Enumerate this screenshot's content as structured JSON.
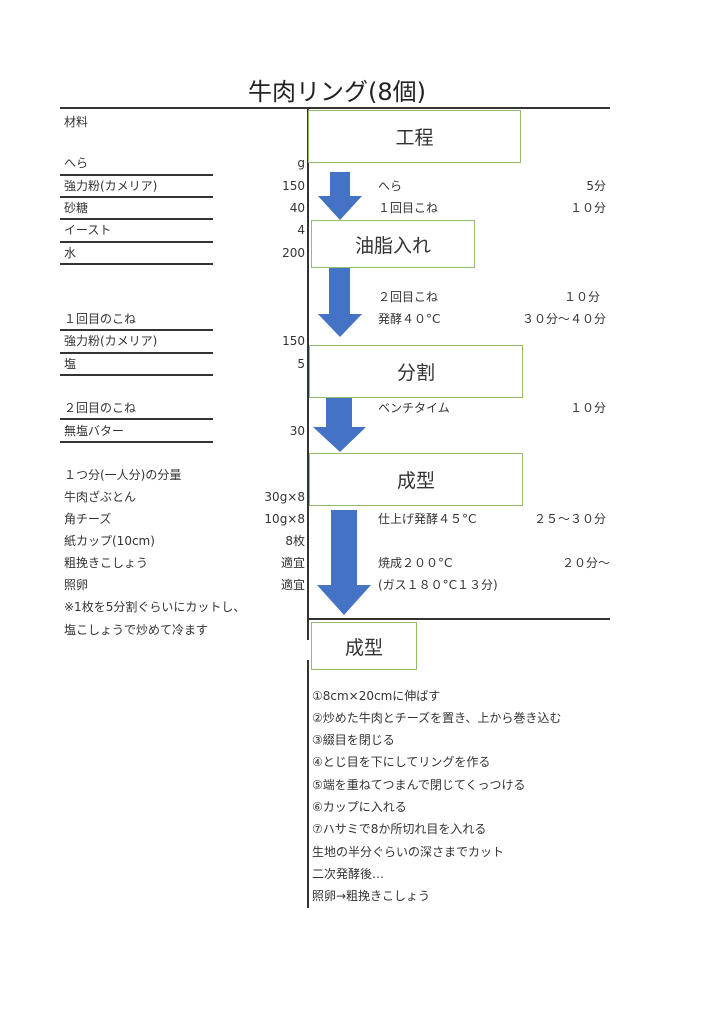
{
  "title": "牛肉リング(8個)",
  "ingredients": {
    "header": "材料",
    "sections": [
      {
        "title": "へら",
        "unit": "g",
        "items": [
          {
            "name": "強力粉(カメリア)",
            "qty": "150"
          },
          {
            "name": "砂糖",
            "qty": "40"
          },
          {
            "name": "イースト",
            "qty": "4"
          },
          {
            "name": "水",
            "qty": "200"
          }
        ]
      },
      {
        "title": "１回目のこね",
        "items": [
          {
            "name": "強力粉(カメリア)",
            "qty": "150"
          },
          {
            "name": "塩",
            "qty": "5"
          }
        ]
      },
      {
        "title": "２回目のこね",
        "items": [
          {
            "name": "無塩バター",
            "qty": "30"
          }
        ]
      },
      {
        "title": "１つ分(一人分)の分量",
        "items": [
          {
            "name": "牛肉ざぶとん",
            "qty": "30g×8"
          },
          {
            "name": "角チーズ",
            "qty": "10g×8"
          },
          {
            "name": "紙カップ(10cm)",
            "qty": "8枚"
          },
          {
            "name": "粗挽きこしょう",
            "qty": "適宜"
          },
          {
            "name": "照卵",
            "qty": "適宜"
          }
        ]
      }
    ],
    "note": [
      "※1枚を5分割ぐらいにカットし、",
      "塩こしょうで炒めて冷ます"
    ]
  },
  "process": {
    "boxes": [
      "工程",
      "油脂入れ",
      "分割",
      "成型",
      "成型"
    ],
    "steps": [
      {
        "label": "へら",
        "time": "5分"
      },
      {
        "label": "１回目こね",
        "time": "１０分"
      },
      {
        "label": "２回目こね",
        "time": "１０分"
      },
      {
        "label": "発酵４０°C",
        "time": "３０分～４０分"
      },
      {
        "label": "ベンチタイム",
        "time": "１０分"
      },
      {
        "label": "仕上げ発酵４５°C",
        "time": "２５～３０分"
      },
      {
        "label": "焼成２００°C",
        "time": "２０分～"
      },
      {
        "label": "(ガス１８０°C１３分)",
        "time": ""
      }
    ],
    "arrow_color": "#4472c4"
  },
  "shaping_steps": [
    "①8cm×20cmに伸ばす",
    "②炒めた牛肉とチーズを置き、上から巻き込む",
    "③綴目を閉じる",
    "④とじ目を下にしてリングを作る",
    "⑤端を重ねてつまんで閉じてくっつける",
    "⑥カップに入れる",
    "⑦ハサミで8か所切れ目を入れる",
    "生地の半分ぐらいの深さまでカット",
    "二次発酵後…",
    "照卵→粗挽きこしょう"
  ]
}
